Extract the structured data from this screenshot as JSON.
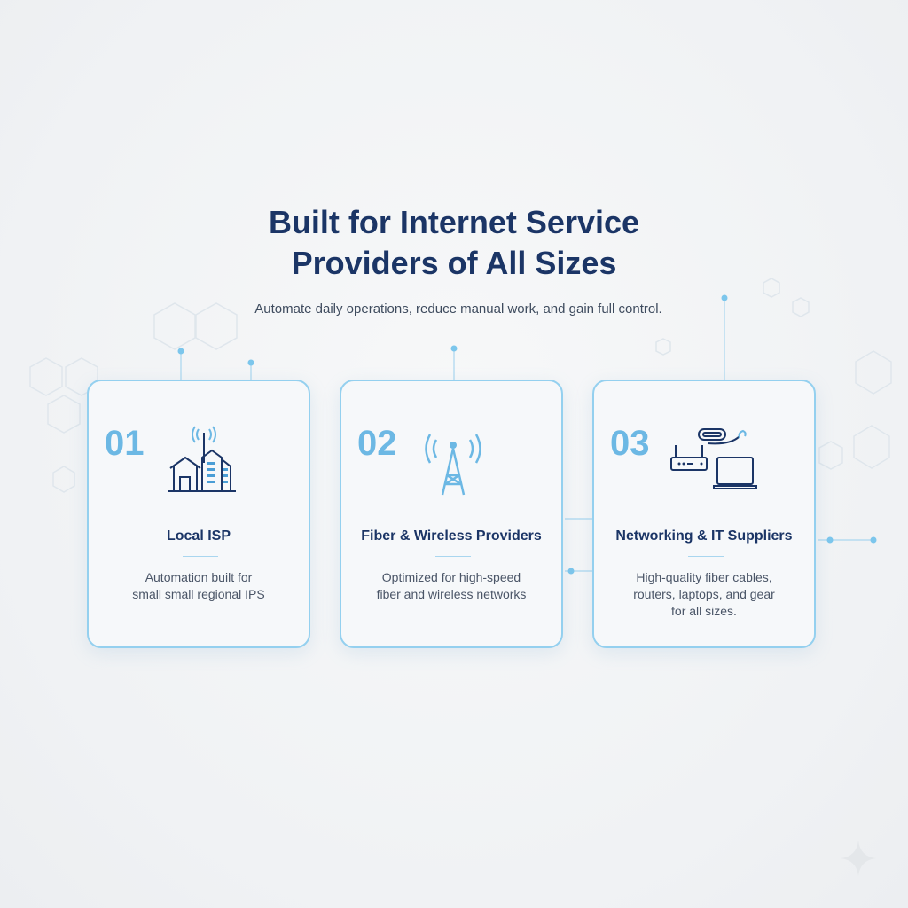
{
  "header": {
    "title_line1": "Built for Internet Service",
    "title_line2": "Providers of All Sizes",
    "subtitle": "Automate daily operations, reduce manual work, and gain full control."
  },
  "cards": [
    {
      "number": "01",
      "title": "Local ISP",
      "desc_lines": [
        "Automation built for",
        "small small regional IPS"
      ],
      "icon": "house-building-antenna-icon"
    },
    {
      "number": "02",
      "title": "Fiber & Wireless Providers",
      "desc_lines": [
        "Optimized for high-speed",
        "fiber and wireless networks"
      ],
      "icon": "cell-tower-icon"
    },
    {
      "number": "03",
      "title": "Networking & IT Suppliers",
      "desc_lines": [
        "High-quality fiber cables,",
        "routers, laptops, and gear",
        "for all sizes."
      ],
      "icon": "router-laptop-cable-icon"
    }
  ],
  "colors": {
    "title": "#1b3566",
    "accent": "#6cb8e4",
    "border": "#94d0ef"
  }
}
